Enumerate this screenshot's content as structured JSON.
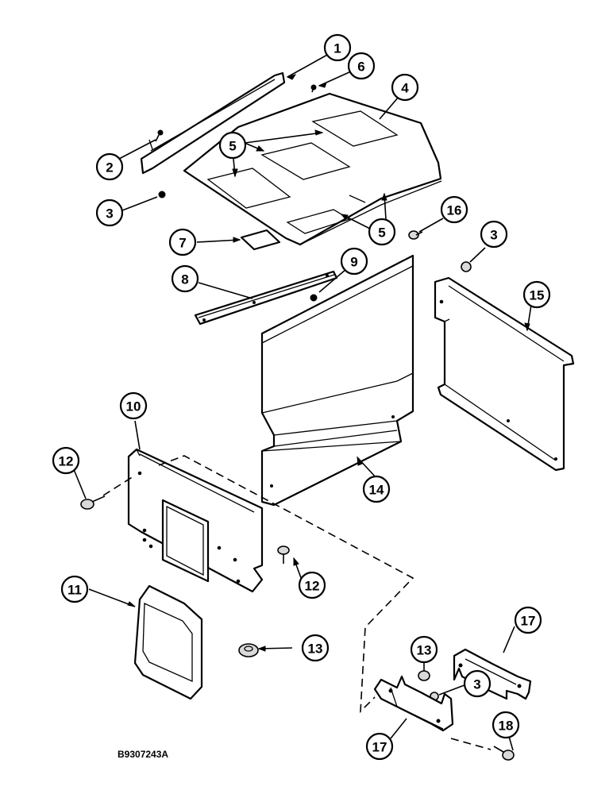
{
  "figure_id": "B9307243A",
  "callouts": [
    {
      "id": "c1",
      "label": "1"
    },
    {
      "id": "c6",
      "label": "6"
    },
    {
      "id": "c4",
      "label": "4"
    },
    {
      "id": "c2",
      "label": "2"
    },
    {
      "id": "c5a",
      "label": "5"
    },
    {
      "id": "c5b",
      "label": "5"
    },
    {
      "id": "c3a",
      "label": "3"
    },
    {
      "id": "c16",
      "label": "16"
    },
    {
      "id": "c3b",
      "label": "3"
    },
    {
      "id": "c7",
      "label": "7"
    },
    {
      "id": "c9",
      "label": "9"
    },
    {
      "id": "c8",
      "label": "8"
    },
    {
      "id": "c15",
      "label": "15"
    },
    {
      "id": "c10",
      "label": "10"
    },
    {
      "id": "c12a",
      "label": "12"
    },
    {
      "id": "c14",
      "label": "14"
    },
    {
      "id": "c12b",
      "label": "12"
    },
    {
      "id": "c11",
      "label": "11"
    },
    {
      "id": "c17a",
      "label": "17"
    },
    {
      "id": "c13a",
      "label": "13"
    },
    {
      "id": "c13b",
      "label": "13"
    },
    {
      "id": "c3c",
      "label": "3"
    },
    {
      "id": "c18",
      "label": "18"
    },
    {
      "id": "c17b",
      "label": "17"
    }
  ]
}
